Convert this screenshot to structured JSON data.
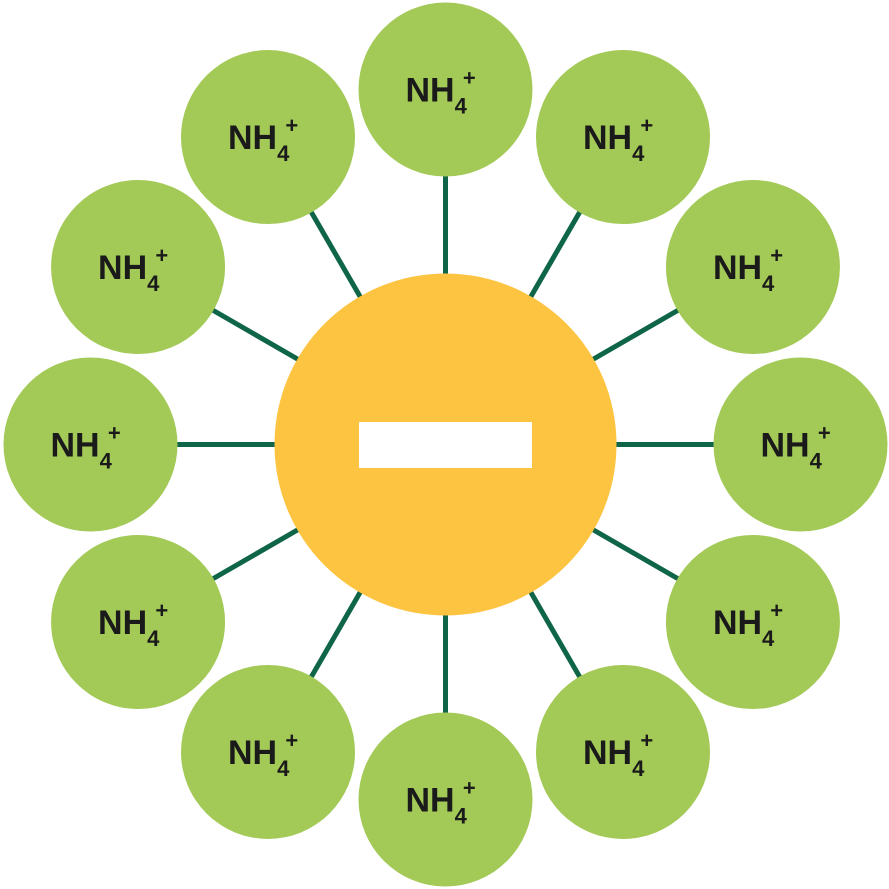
{
  "diagram": {
    "center": {
      "symbol": "minus-sign",
      "fill": "#FDC441",
      "symbol_fill": "#FFFFFF"
    },
    "ions": [
      {
        "base": "NH",
        "sub": "4",
        "sup": "+"
      },
      {
        "base": "NH",
        "sub": "4",
        "sup": "+"
      },
      {
        "base": "NH",
        "sub": "4",
        "sup": "+"
      },
      {
        "base": "NH",
        "sub": "4",
        "sup": "+"
      },
      {
        "base": "NH",
        "sub": "4",
        "sup": "+"
      },
      {
        "base": "NH",
        "sub": "4",
        "sup": "+"
      },
      {
        "base": "NH",
        "sub": "4",
        "sup": "+"
      },
      {
        "base": "NH",
        "sub": "4",
        "sup": "+"
      },
      {
        "base": "NH",
        "sub": "4",
        "sup": "+"
      },
      {
        "base": "NH",
        "sub": "4",
        "sup": "+"
      },
      {
        "base": "NH",
        "sub": "4",
        "sup": "+"
      },
      {
        "base": "NH",
        "sub": "4",
        "sup": "+"
      }
    ],
    "colors": {
      "ion_fill": "#A3C957",
      "connector": "#0F6547",
      "text": "#1A1A1A"
    }
  }
}
